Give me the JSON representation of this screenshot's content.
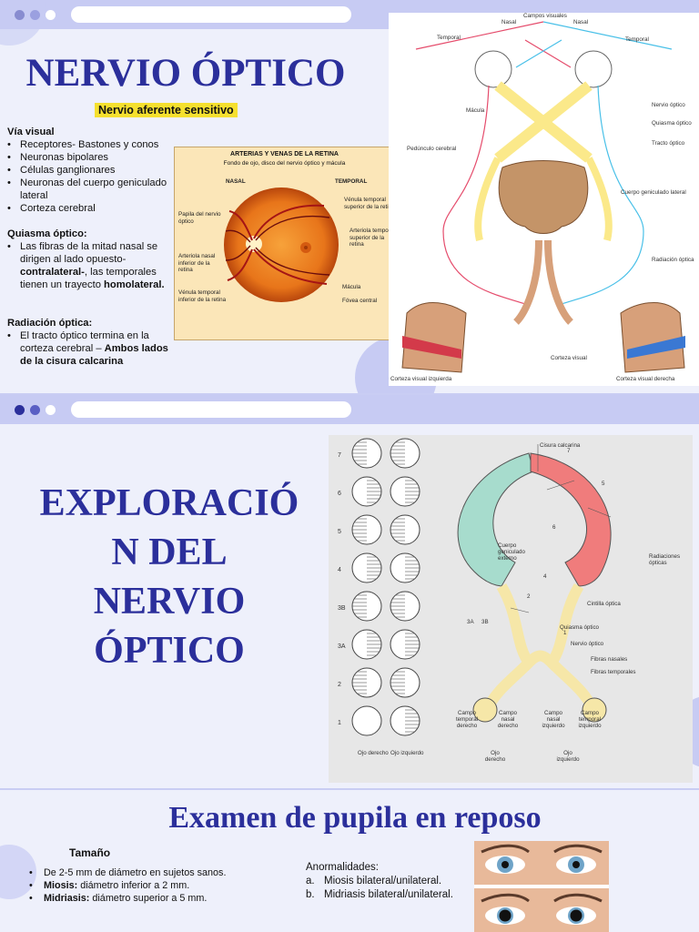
{
  "slide1": {
    "title": "NERVIO ÓPTICO",
    "subtitle": "Nervio aferente sensitivo",
    "via_heading": "Vía visual",
    "via_items": [
      "Receptores- Bastones y conos",
      "Neuronas bipolares",
      "Células ganglionares",
      "Neuronas del cuerpo geniculado lateral",
      "Corteza cerebral"
    ],
    "quiasma_heading": "Quiasma óptico:",
    "quiasma_pre": "Las fibras de la mitad nasal se dirigen al lado opuesto-",
    "quiasma_bold1": "contralateral-",
    "quiasma_mid": ", las temporales tienen un trayecto",
    "quiasma_bold2": "homolateral.",
    "radiacion_heading": "Radiación óptica:",
    "radiacion_pre": "El tracto óptico termina en la corteza cerebral – ",
    "radiacion_bold": "Ambos lados de la cisura calcarina",
    "fundus": {
      "title": "ARTERIAS Y VENAS DE LA RETINA",
      "subtitle": "Fondo de ojo, disco del nervio óptico y mácula",
      "nasal": "NASAL",
      "temporal": "TEMPORAL",
      "papila": "Papila del nervio óptico",
      "arteriola_nasal": "Arteriola nasal inferior de la retina",
      "venula_temporal_inf": "Vénula temporal inferior de la retina",
      "venula_temporal_sup": "Vénula temporal superior de la retina",
      "arteriola_temporal": "Arteriola temporal superior de la retina",
      "macula": "Mácula",
      "fovea": "Fóvea central"
    },
    "anatomy": {
      "campos": "Campos visuales",
      "nasal_l": "Nasal",
      "nasal_r": "Nasal",
      "temporal_l": "Temporal",
      "temporal_r": "Temporal",
      "macula": "Mácula",
      "nervio": "Nervio óptico",
      "quiasma": "Quiasma óptico",
      "tracto": "Tracto óptico",
      "pedunculo": "Pedúnculo cerebral",
      "geniculado": "Cuerpo geniculado lateral",
      "radiacion": "Radiación óptica",
      "corteza": "Corteza visual",
      "corteza_izq": "Corteza visual izquierda",
      "corteza_der": "Corteza visual derecha"
    },
    "colors": {
      "title": "#2b2f9b",
      "highlight": "#f5e02e"
    }
  },
  "slide2": {
    "title": "EXPLORACIÓN DEL NERVIO ÓPTICO",
    "title_lines": [
      "EXPLORACIÓ",
      "N DEL",
      "NERVIO",
      "ÓPTICO"
    ],
    "fields": {
      "rows": [
        "7",
        "6",
        "5",
        "4",
        "3B",
        "3A",
        "2",
        "1"
      ],
      "ojo_derecho": "Ojo derecho",
      "ojo_izquierdo": "Ojo izquierdo"
    },
    "pathway": {
      "cisura": "Cisura calcarina",
      "cuerpo": "Cuerpo geniculado externo",
      "radiaciones": "Radiaciones ópticas",
      "cintilla": "Cintilla óptica",
      "quiasma": "Quiasma óptico",
      "nervio": "Nervio óptico",
      "fibras_nasales": "Fibras nasales",
      "fibras_temporales": "Fibras temporales",
      "campo_temp_der": "Campo temporal derecho",
      "campo_nasal_der": "Campo nasal derecho",
      "campo_nasal_izq": "Campo nasal izquierdo",
      "campo_temp_izq": "Campo temporal izquierdo",
      "ojo_derecho": "Ojo derecho",
      "ojo_izquierdo": "Ojo izquierdo",
      "numbers": [
        "7",
        "5",
        "6",
        "4",
        "2",
        "1",
        "3A",
        "3B"
      ]
    }
  },
  "slide3": {
    "title": "Examen de pupila en reposo",
    "tamano": "Tamaño",
    "item1": "De 2-5 mm de diámetro en sujetos sanos.",
    "miosis_label": "Miosis:",
    "miosis_text": " diámetro inferior a 2 mm.",
    "midriasis_label": "Midriasis:",
    "midriasis_text": " diámetro superior a 5 mm.",
    "anormalidades": "Anormalidades:",
    "anorm_a_letter": "a.",
    "anorm_a": "Miosis bilateral/unilateral.",
    "anorm_b_letter": "b.",
    "anorm_b": "Midriasis bilateral/unilateral."
  }
}
